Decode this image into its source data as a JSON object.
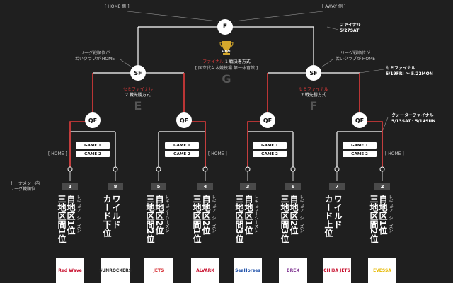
{
  "final": {
    "node": "F",
    "home_tag": "[ HOME 側 ]",
    "away_tag": "[ AWAY 側 ]",
    "title_red": "ファイナル",
    "title_white": "1 戦決着方式",
    "venue": "[ 国立代々木競技場 第一体育館 ]",
    "letter": "G",
    "side_label": "ファイナル",
    "side_date": "5/27SAT",
    "trophy_text": "FINAL"
  },
  "semifinal": {
    "node": "SF",
    "left_note": [
      "リーグ戦順位が",
      "若いクラブが HOME"
    ],
    "right_note": [
      "リーグ戦順位が",
      "若いクラブが HOME"
    ],
    "title_red": "セミファイナル",
    "title_white": "2 戦先勝方式",
    "left_letter": "E",
    "right_letter": "F",
    "side_label": "セミファイナル",
    "side_date": "5/19FRI 〜 5.22MON"
  },
  "quarterfinal": {
    "node": "QF",
    "game1": "GAME 1",
    "game2": "GAME 2",
    "home_tag": "[ HOME ]",
    "side_label": "クォーターファイナル",
    "side_date": "5/13SAT・5/14SUN"
  },
  "seed_note": [
    "トーナメント内",
    "リーグ戦順位"
  ],
  "teams": [
    {
      "seed": "1",
      "small": "レギュラーシーズン",
      "big": [
        "自地区1位",
        "三地区間1位"
      ],
      "logo": "Red Wave",
      "logo_color": "#c8102e"
    },
    {
      "seed": "8",
      "small": "",
      "big": [
        "ワイルド",
        "カード下位"
      ],
      "logo": "SUNROCKERS",
      "logo_color": "#2a2a2a"
    },
    {
      "seed": "5",
      "small": "レギュラーシーズン",
      "big": [
        "自地区2位",
        "三地区間2位"
      ],
      "logo": "JETS",
      "logo_color": "#d4242a"
    },
    {
      "seed": "4",
      "small": "レギュラーシーズン",
      "big": [
        "自地区2位",
        "三地区間1位"
      ],
      "logo": "ALVARK",
      "logo_color": "#c8102e"
    },
    {
      "seed": "3",
      "small": "レギュラーシーズン",
      "big": [
        "自地区1位",
        "三地区間3位"
      ],
      "logo": "SeaHorses",
      "logo_color": "#1b4ea8"
    },
    {
      "seed": "6",
      "small": "レギュラーシーズン",
      "big": [
        "自地区2位",
        "三地区間3位"
      ],
      "logo": "BREX",
      "logo_color": "#7a2b8c"
    },
    {
      "seed": "7",
      "small": "",
      "big": [
        "ワイルド",
        "カード上位"
      ],
      "logo": "CHIBA JETS",
      "logo_color": "#c8102e"
    },
    {
      "seed": "2",
      "small": "レギュラーシーズン",
      "big": [
        "自地区1位",
        "三地区間2位"
      ],
      "logo": "EVESSA",
      "logo_color": "#e6b800"
    }
  ]
}
